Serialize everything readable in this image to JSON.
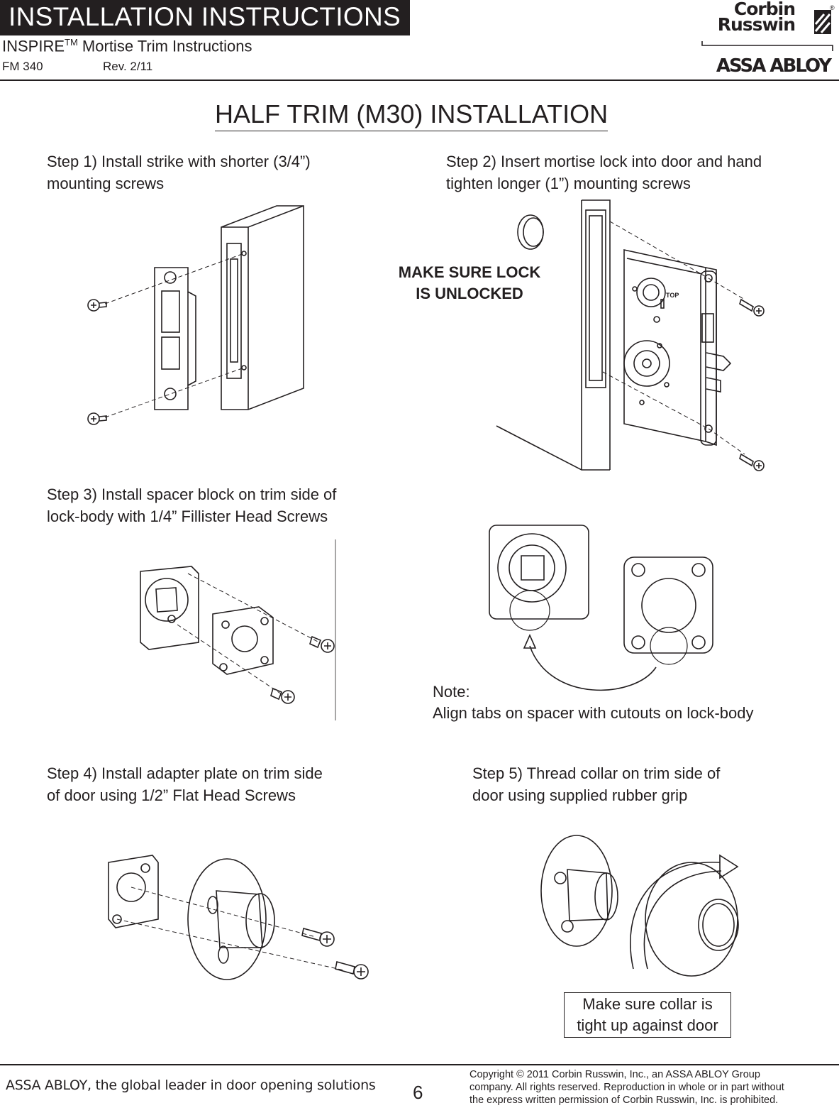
{
  "header": {
    "banner": "INSTALLATION INSTRUCTIONS",
    "product": "INSPIRE",
    "product_tm": "TM",
    "product_suffix": " Mortise Trim Instructions",
    "form": "FM 340",
    "revision": "Rev.  2/11",
    "logo_line1": "Corbin",
    "logo_line2": "Russwin",
    "logo_registered": "®",
    "parent_logo": "ASSA ABLOY"
  },
  "title": "HALF TRIM (M30) INSTALLATION",
  "steps": {
    "step1": {
      "line1": "Step 1)  Install strike with shorter (3/4”)",
      "line2": "mounting screws"
    },
    "step2": {
      "line1": "Step 2)  Insert mortise lock into door and hand",
      "line2": "tighten longer (1”) mounting screws"
    },
    "step3": {
      "line1": "Step 3)  Install spacer block on trim side of",
      "line2": "lock-body with 1/4” Fillister Head Screws"
    },
    "step4": {
      "line1": "Step 4)  Install adapter plate on trim side",
      "line2": "of door using 1/2” Flat Head Screws"
    },
    "step5": {
      "line1": "Step 5)  Thread collar on trim side of",
      "line2": "door using supplied rubber grip"
    }
  },
  "callouts": {
    "unlock_line1": "MAKE SURE LOCK",
    "unlock_line2": "IS UNLOCKED",
    "lock_top_label": "TOP",
    "note_label": "Note:",
    "note_text": "Align tabs on spacer with cutouts on lock-body",
    "collar_line1": "Make sure collar is",
    "collar_line2": "tight up against door"
  },
  "footer": {
    "tagline": "ASSA ABLOY, the global leader in door opening solutions",
    "page_number": "6",
    "copyright_line1": "Copyright © 2011 Corbin Russwin, Inc., an ASSA ABLOY Group",
    "copyright_line2": "company.  All rights reserved.  Reproduction in whole or in part without",
    "copyright_line3": "the express written permission of Corbin Russwin, Inc. is prohibited."
  }
}
